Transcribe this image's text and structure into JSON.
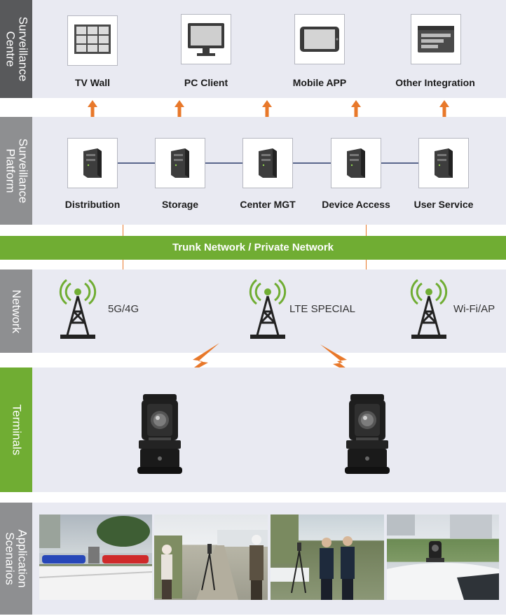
{
  "sections": {
    "centre": "Surveillance\nCentre",
    "platform": "Surveillance\nPlatform",
    "network": "Network",
    "terminals": "Terminals",
    "scenarios": "Application\nScenarios"
  },
  "centre_items": [
    {
      "label": "TV Wall",
      "icon": "tv-wall-icon"
    },
    {
      "label": "PC Client",
      "icon": "monitor-icon"
    },
    {
      "label": "Mobile APP",
      "icon": "tablet-icon"
    },
    {
      "label": "Other Integration",
      "icon": "integration-screen-icon"
    }
  ],
  "platform_items": [
    {
      "label": "Distribution",
      "icon": "server-icon"
    },
    {
      "label": "Storage",
      "icon": "server-icon"
    },
    {
      "label": "Center MGT",
      "icon": "server-icon"
    },
    {
      "label": "Device Access",
      "icon": "server-icon"
    },
    {
      "label": "User Service",
      "icon": "server-icon"
    }
  ],
  "trunk_label": "Trunk Network / Private Network",
  "network_items": [
    {
      "label": "5G/4G",
      "icon": "cell-tower-icon"
    },
    {
      "label": "LTE SPECIAL",
      "icon": "cell-tower-icon"
    },
    {
      "label": "Wi-Fi/AP",
      "icon": "cell-tower-icon"
    }
  ],
  "colors": {
    "accent_green": "#70ad33",
    "arrow_orange": "#e8782a",
    "band_bg": "#e9eaf2",
    "sidebar_dark": "#58595b",
    "sidebar_mid": "#8e8f91"
  }
}
